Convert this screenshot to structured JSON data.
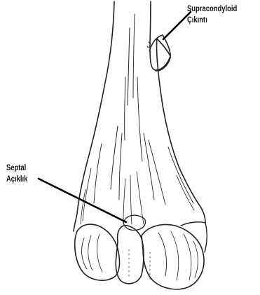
{
  "labels": {
    "supracondyloid": {
      "line1": "Supracondyloid",
      "line2": "Çıkıntı"
    },
    "septal": {
      "line1": "Septal",
      "line2": "Açıklık"
    }
  },
  "colors": {
    "ink": "#111111",
    "background": "#ffffff"
  }
}
